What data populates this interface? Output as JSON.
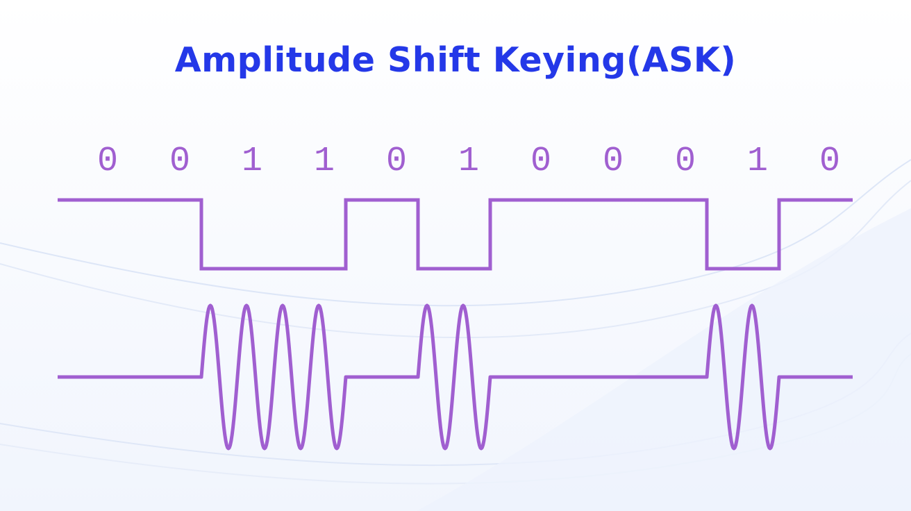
{
  "title": "Amplitude Shift Keying(ASK)",
  "bits": [
    "0",
    "0",
    "1",
    "1",
    "0",
    "1",
    "0",
    "0",
    "0",
    "1",
    "0"
  ],
  "colors": {
    "title": "#2438e8",
    "wave": "#a05fd0",
    "background": "#f7f9fe",
    "swoosh": "#cfdcf5"
  }
}
